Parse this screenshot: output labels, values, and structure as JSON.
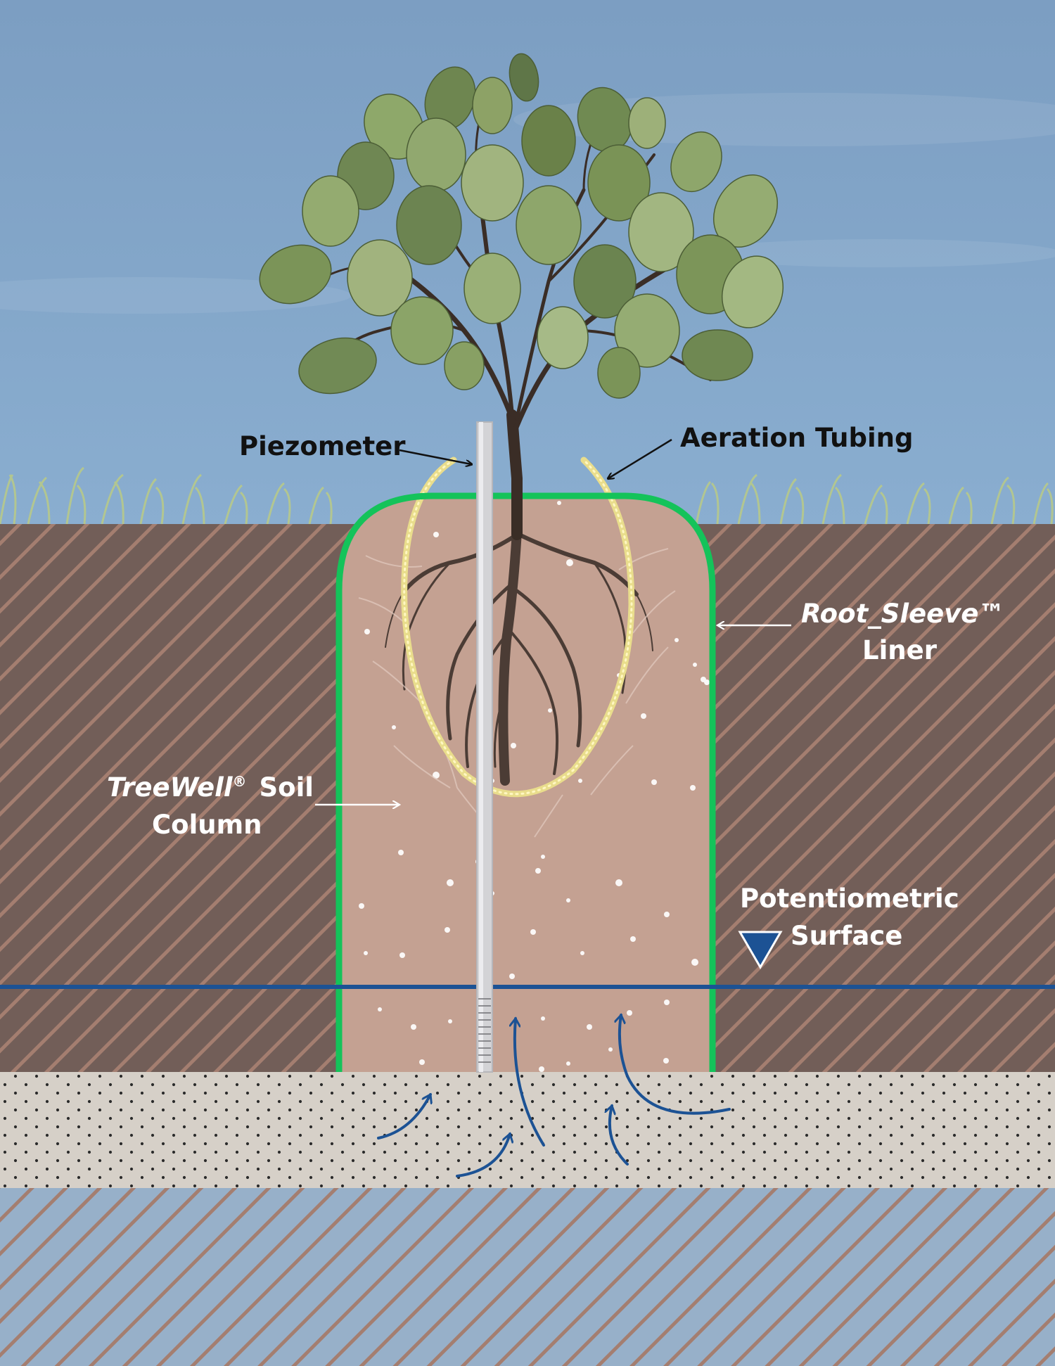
{
  "labels": {
    "piezometer": "Piezometer",
    "aeration_tubing": "Aeration Tubing",
    "root_sleeve_name": "Root_Sleeve™",
    "root_sleeve_line2": "Liner",
    "treewell_name": "TreeWell",
    "treewell_mark": "®",
    "treewell_soil": "Soil",
    "treewell_line2": "Column",
    "potentiometric_line1": "Potentiometric",
    "potentiometric_line2": "Surface"
  },
  "colors": {
    "sky": "#7fa3c6",
    "native_soil": "#725e58",
    "soil_column": "#c4a192",
    "liner": "#14c35a",
    "aeration_tubing": "#e9dd8c",
    "piezometer": "#d3d3d6",
    "water_line": "#1c5294",
    "gravel": "#d6d0c8",
    "bedrock": "#97b0c9",
    "hatch": "#a47e70",
    "flow_arrows": "#1c5294",
    "leaf": "#7f9a5a",
    "trunk": "#3a2d26"
  },
  "icons": {
    "water_table": "inverted-triangle-icon"
  }
}
